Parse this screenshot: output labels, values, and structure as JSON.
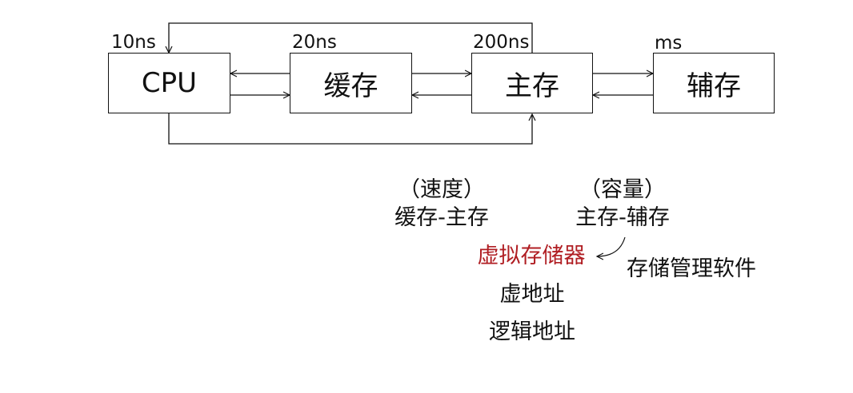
{
  "nodes": {
    "cpu": {
      "label": "CPU",
      "latency": "10ns"
    },
    "cache": {
      "label": "缓存",
      "latency": "20ns"
    },
    "main_memory": {
      "label": "主存",
      "latency": "200ns"
    },
    "aux_memory": {
      "label": "辅存",
      "latency": "ms"
    }
  },
  "annotations": {
    "speed_note": "（速度）",
    "cache_main": "缓存-主存",
    "capacity_note": "（容量）",
    "main_aux": "主存-辅存",
    "virtual_memory": "虚拟存储器",
    "storage_software": "存储管理软件",
    "virtual_address": "虚地址",
    "logical_address": "逻辑地址"
  },
  "colors": {
    "line": "#111111",
    "accent": "#b01e23"
  }
}
